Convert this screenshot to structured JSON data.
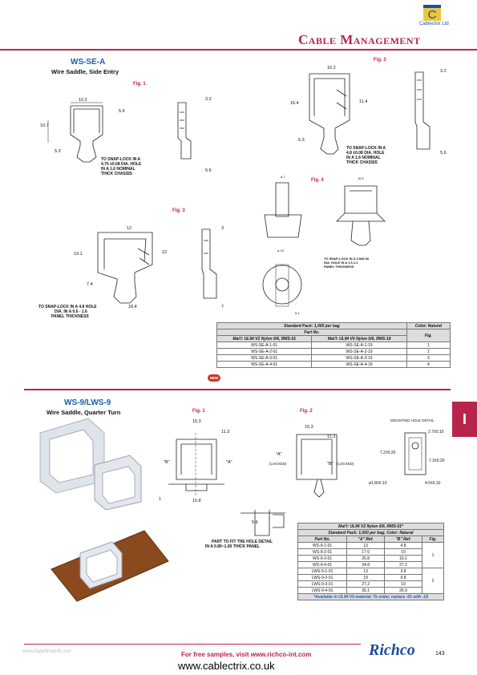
{
  "brand": {
    "logo_letter": "C",
    "logo_sub": "Cablectrix Ltd"
  },
  "header": {
    "title": "Cable Management"
  },
  "tab": {
    "label": "I"
  },
  "section_a": {
    "code": "WS-SE-A",
    "subtitle": "Wire Saddle, Side Entry",
    "fig1": "Fig. 1",
    "fig2": "Fig. 2",
    "fig3": "Fig. 3",
    "fig4": "Fig. 4",
    "fig1_dims": {
      "w": "10.2",
      "h1": "5.6",
      "h2": "10.7",
      "b": "5.3",
      "side_top": "3.2",
      "side_bot": "5.6"
    },
    "fig1_note": [
      "TO SNAP-LOCK IN A",
      "4.75 ±0.08 DIA. HOLE",
      "IN A 1.6 NOMINAL",
      "THICK CHASSIS"
    ],
    "fig2_dims": {
      "w": "10.2",
      "h1": "16.4",
      "h2": "11.4",
      "b": "5.3",
      "side_top": "3.2",
      "side_bot": "5.6"
    },
    "fig2_note": [
      "TO SNAP-LOCK IN A",
      "4.8 ±0.08 DIA. HOLE",
      "IN A 1.6 NOMINAL",
      "THICK CHASSIS"
    ],
    "fig3_dims": {
      "w": "12",
      "h1": "19.1",
      "h2": "12",
      "b": "7.4",
      "base": "18.4",
      "side_top": "3",
      "side_bot": "7"
    },
    "fig3_note": [
      "TO SNAP-LOCK IN A 4.8 HOLE",
      "DIA. IN A 0.6 - 1.6",
      "PANEL THICKNESS"
    ],
    "fig4_dims": {
      "a": "ø 7",
      "b": "16.9",
      "c": "ø 19",
      "d": "5.4"
    },
    "fig4_note": [
      "TO SNAP-LOCK IN A 4.8±0.08",
      "DIA. HOLE IN A 1.6-1.2",
      "PANEL THICKNESS"
    ],
    "table": {
      "pack": "Standard Pack: 1,000 per bag",
      "color": "Color: Natural",
      "partno": "Part No.",
      "fig": "Fig.",
      "col1": "Mat'l: UL94 V2 Nylon 6/6, RMS-01",
      "col2": "Mat'l: UL94 V0 Nylon 6/6, RMS-19",
      "rows": [
        [
          "WS-SE-A-1-01",
          "WS-SE-A-1-19",
          "1"
        ],
        [
          "WS-SE-A-2-01",
          "WS-SE-A-2-19",
          "2"
        ],
        [
          "WS-SE-A-3-01",
          "WS-SE-A-3-19",
          "3"
        ],
        [
          "WS-SE-A-4-01",
          "WS-SE-A-4-19",
          "4"
        ]
      ],
      "new_badge": "NEW"
    }
  },
  "section_b": {
    "code": "WS-9/LWS-9",
    "subtitle": "Wire Saddle, Quarter Turn",
    "fig1": "Fig. 1",
    "fig2": "Fig. 2",
    "fig1_dims": {
      "w": "15.3",
      "h": "11.3",
      "b": "\"B\"",
      "a": "\"A\"",
      "base": "15.8",
      "one": "1"
    },
    "fig2_dims": {
      "w": "15.3",
      "h": "11.3",
      "a": "\"A\"",
      "a_lock": "(LOCKED)",
      "b": "\"B\"",
      "b_lock": "(LOCKED)"
    },
    "mount": {
      "title": "MOUNTING HOLE DETAIL",
      "d1": "2.7±0.10",
      "d2": "7.2±0.20",
      "d3": "7.3±0.20",
      "d4": "ø1.8±0.10",
      "d5": "4.0±0.10"
    },
    "side_dims": {
      "h": "5.6"
    },
    "panel_note": [
      "PART TO FIT THE HOLE DETAIL",
      "IN A 0.80~1.60 THICK PANEL"
    ],
    "table": {
      "mat": "Mat'l: UL94 V2 Nylon 6/6, RMS-01*",
      "pack": "Standard Pack: 1,000 per bag; Color: Natural",
      "headers": [
        "Part No.",
        "\"A\" Ref.",
        "\"B\" Ref.",
        "Fig."
      ],
      "rows": [
        [
          "WS-9-1-01",
          "13",
          "4.8"
        ],
        [
          "WS-9-2-01",
          "17.6",
          "10"
        ],
        [
          "WS-9-3-01",
          "26.8",
          "19.1"
        ],
        [
          "WS-9-4-01",
          "34.8",
          "27.2"
        ],
        [
          "LWS-9-1-01",
          "13",
          "3.8"
        ],
        [
          "LWS-9-2-01",
          "19",
          "9.8"
        ],
        [
          "LWS-9-3-01",
          "27.2",
          "19"
        ],
        [
          "LWS-9-4-01",
          "35.1",
          "26.9"
        ]
      ],
      "fig_groups": [
        "1",
        "2"
      ],
      "footnote": "*Available in UL94 V0 material. To order, replace -01 with -19"
    }
  },
  "footer": {
    "samples": "For free samples, visit www.richco-int.com",
    "brand": "Richco",
    "page": "143",
    "url": "www.cablectrix.co.uk",
    "watermark": "www.DataSheet4U.net"
  }
}
